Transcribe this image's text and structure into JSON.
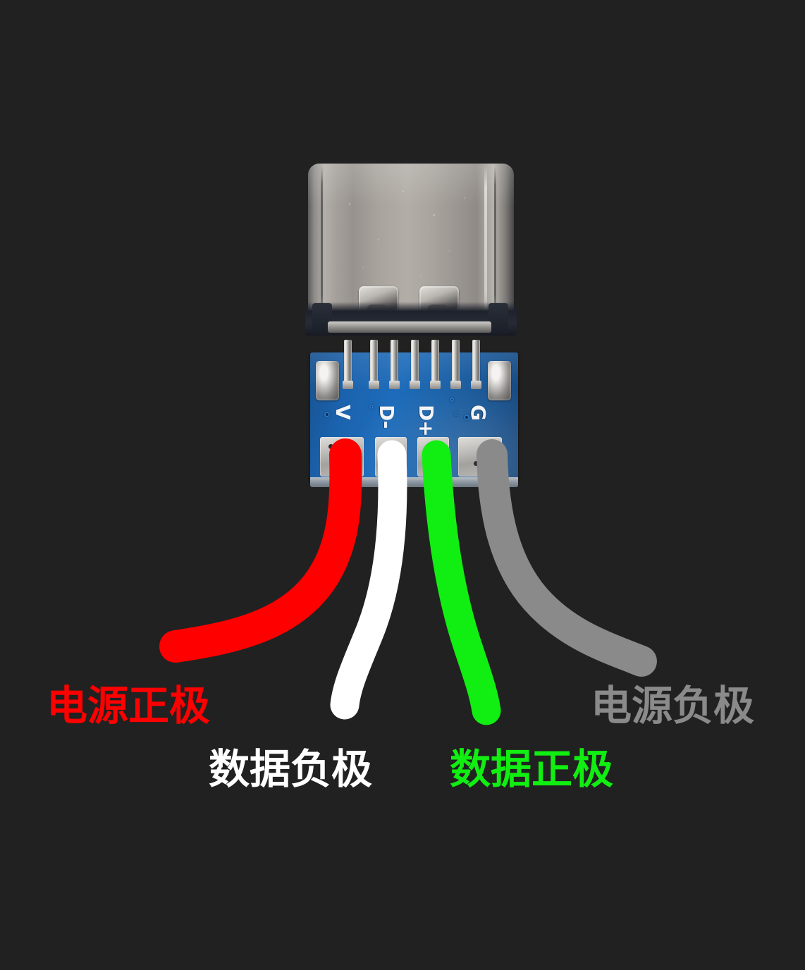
{
  "background_color": "#212121",
  "image_title": "USB Type-C breakout connector wiring",
  "connector": {
    "shell_label": "usb-c-metal-shell",
    "pcb_color": "#1b62ad",
    "pin_count": 7
  },
  "pcb_silkscreen": {
    "labels": [
      "V",
      "D-",
      "D+",
      "G"
    ],
    "label_v": "V",
    "label_dminus": "D-",
    "label_dplus": "D+",
    "label_g": "G"
  },
  "wires": [
    {
      "id": "vbus",
      "color": "#ff0000",
      "pad": "V",
      "caption": "电源正极",
      "meaning": "power-positive"
    },
    {
      "id": "data-minus",
      "color": "#ffffff",
      "pad": "D-",
      "caption": "数据负极",
      "meaning": "data-negative"
    },
    {
      "id": "data-plus",
      "color": "#11ee11",
      "pad": "D+",
      "caption": "数据正极",
      "meaning": "data-positive"
    },
    {
      "id": "gnd",
      "color": "#8a8a8a",
      "pad": "G",
      "caption": "电源负极",
      "meaning": "power-negative"
    }
  ],
  "captions": {
    "power_positive": "电源正极",
    "data_negative": "数据负极",
    "data_positive": "数据正极",
    "power_negative": "电源负极"
  }
}
